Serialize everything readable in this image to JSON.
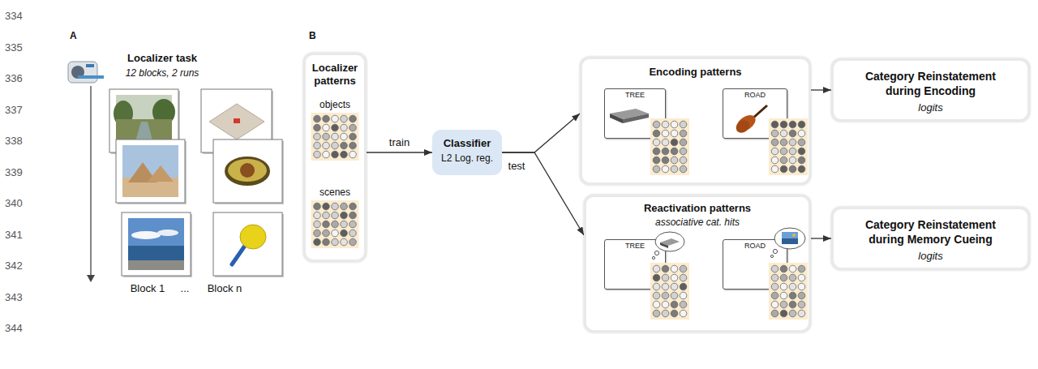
{
  "diagram": {
    "nodes": [
      {
        "text": [
          "Localizer patterns",
          "objects",
          "scenes"
        ]
      },
      {
        "text": [
          "Classifier",
          "L2 Log. reg."
        ]
      },
      {
        "text": [
          "Encoding patterns"
        ]
      },
      {
        "text": [
          "TREE"
        ],
        "in": 2
      },
      {
        "text": [
          "ROAD"
        ],
        "in": 2
      },
      {
        "text": [
          "Category Reinstatement during Encoding",
          "logits"
        ]
      },
      {
        "text": [
          "Reactivation patterns",
          "associative cat. hits"
        ]
      },
      {
        "text": [
          "TREE"
        ],
        "in": 6
      },
      {
        "text": [
          "ROAD"
        ],
        "in": 6
      },
      {
        "text": [
          "Category Reinstatement during Memory Cueing",
          "logits"
        ]
      }
    ],
    "edges": [
      {
        "from": 0,
        "to": 1,
        "arrow": "to",
        "label": "train"
      },
      {
        "from": 1,
        "to": 2,
        "arrow": "to"
      },
      {
        "from": 1,
        "to": 6,
        "arrow": "to"
      },
      {
        "from": 2,
        "to": 5,
        "arrow": "to"
      },
      {
        "from": 6,
        "to": 9,
        "arrow": "to"
      }
    ],
    "labels": [
      "334",
      "335",
      "336",
      "337",
      "338",
      "339",
      "340",
      "341",
      "342",
      "343",
      "344",
      "A",
      "Localizer task",
      "12 blocks, 2 runs",
      "Block 1",
      "...",
      "Block n",
      "B",
      "test"
    ]
  }
}
